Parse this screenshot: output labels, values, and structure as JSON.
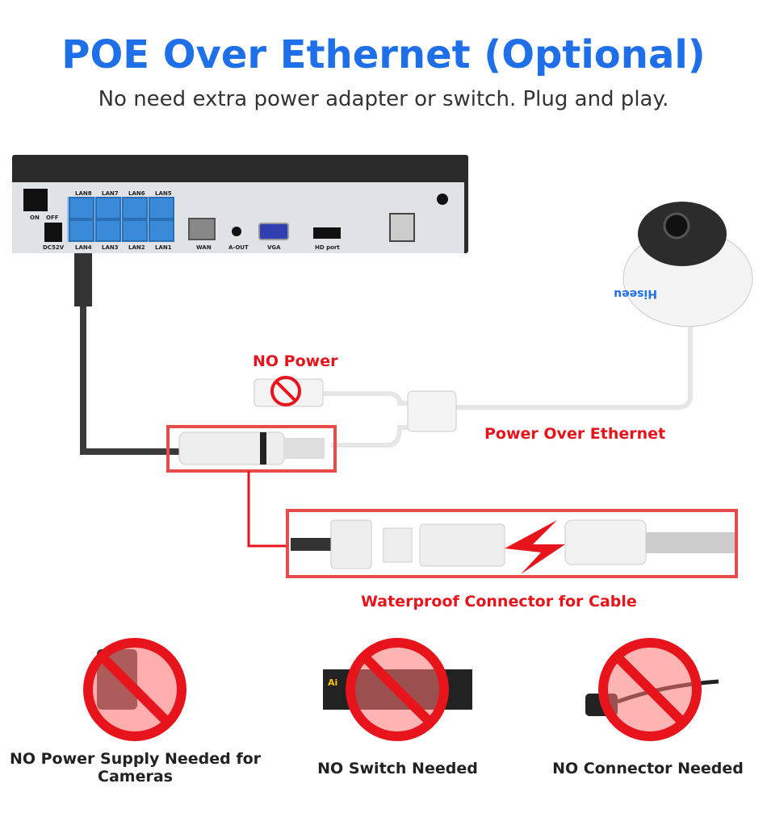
{
  "header": {
    "title": "POE Over Ethernet (Optional)",
    "subtitle": "No need extra power adapter or switch. Plug and play."
  },
  "nvr": {
    "switch_on": "ON",
    "switch_off": "OFF",
    "dc": "DC52V",
    "lan_top": [
      "LAN8",
      "LAN7",
      "LAN6",
      "LAN5"
    ],
    "lan_bottom": [
      "LAN4",
      "LAN3",
      "LAN2",
      "LAN1"
    ],
    "wan": "WAN",
    "aout": "A-OUT",
    "vga": "VGA",
    "hdmi": "HD port"
  },
  "camera": {
    "brand": "Hiseeu"
  },
  "labels": {
    "no_power": "NO Power",
    "poe": "Power Over Ethernet",
    "waterproof": "Waterproof Connector for Cable"
  },
  "bottom": [
    {
      "text": "NO Power Supply Needed for Cameras"
    },
    {
      "text": "NO Switch Needed"
    },
    {
      "text": "NO Connector Needed"
    }
  ],
  "switch_logo": "Ai",
  "colors": {
    "title": "#1e6fe8",
    "accent": "#e8141b"
  }
}
